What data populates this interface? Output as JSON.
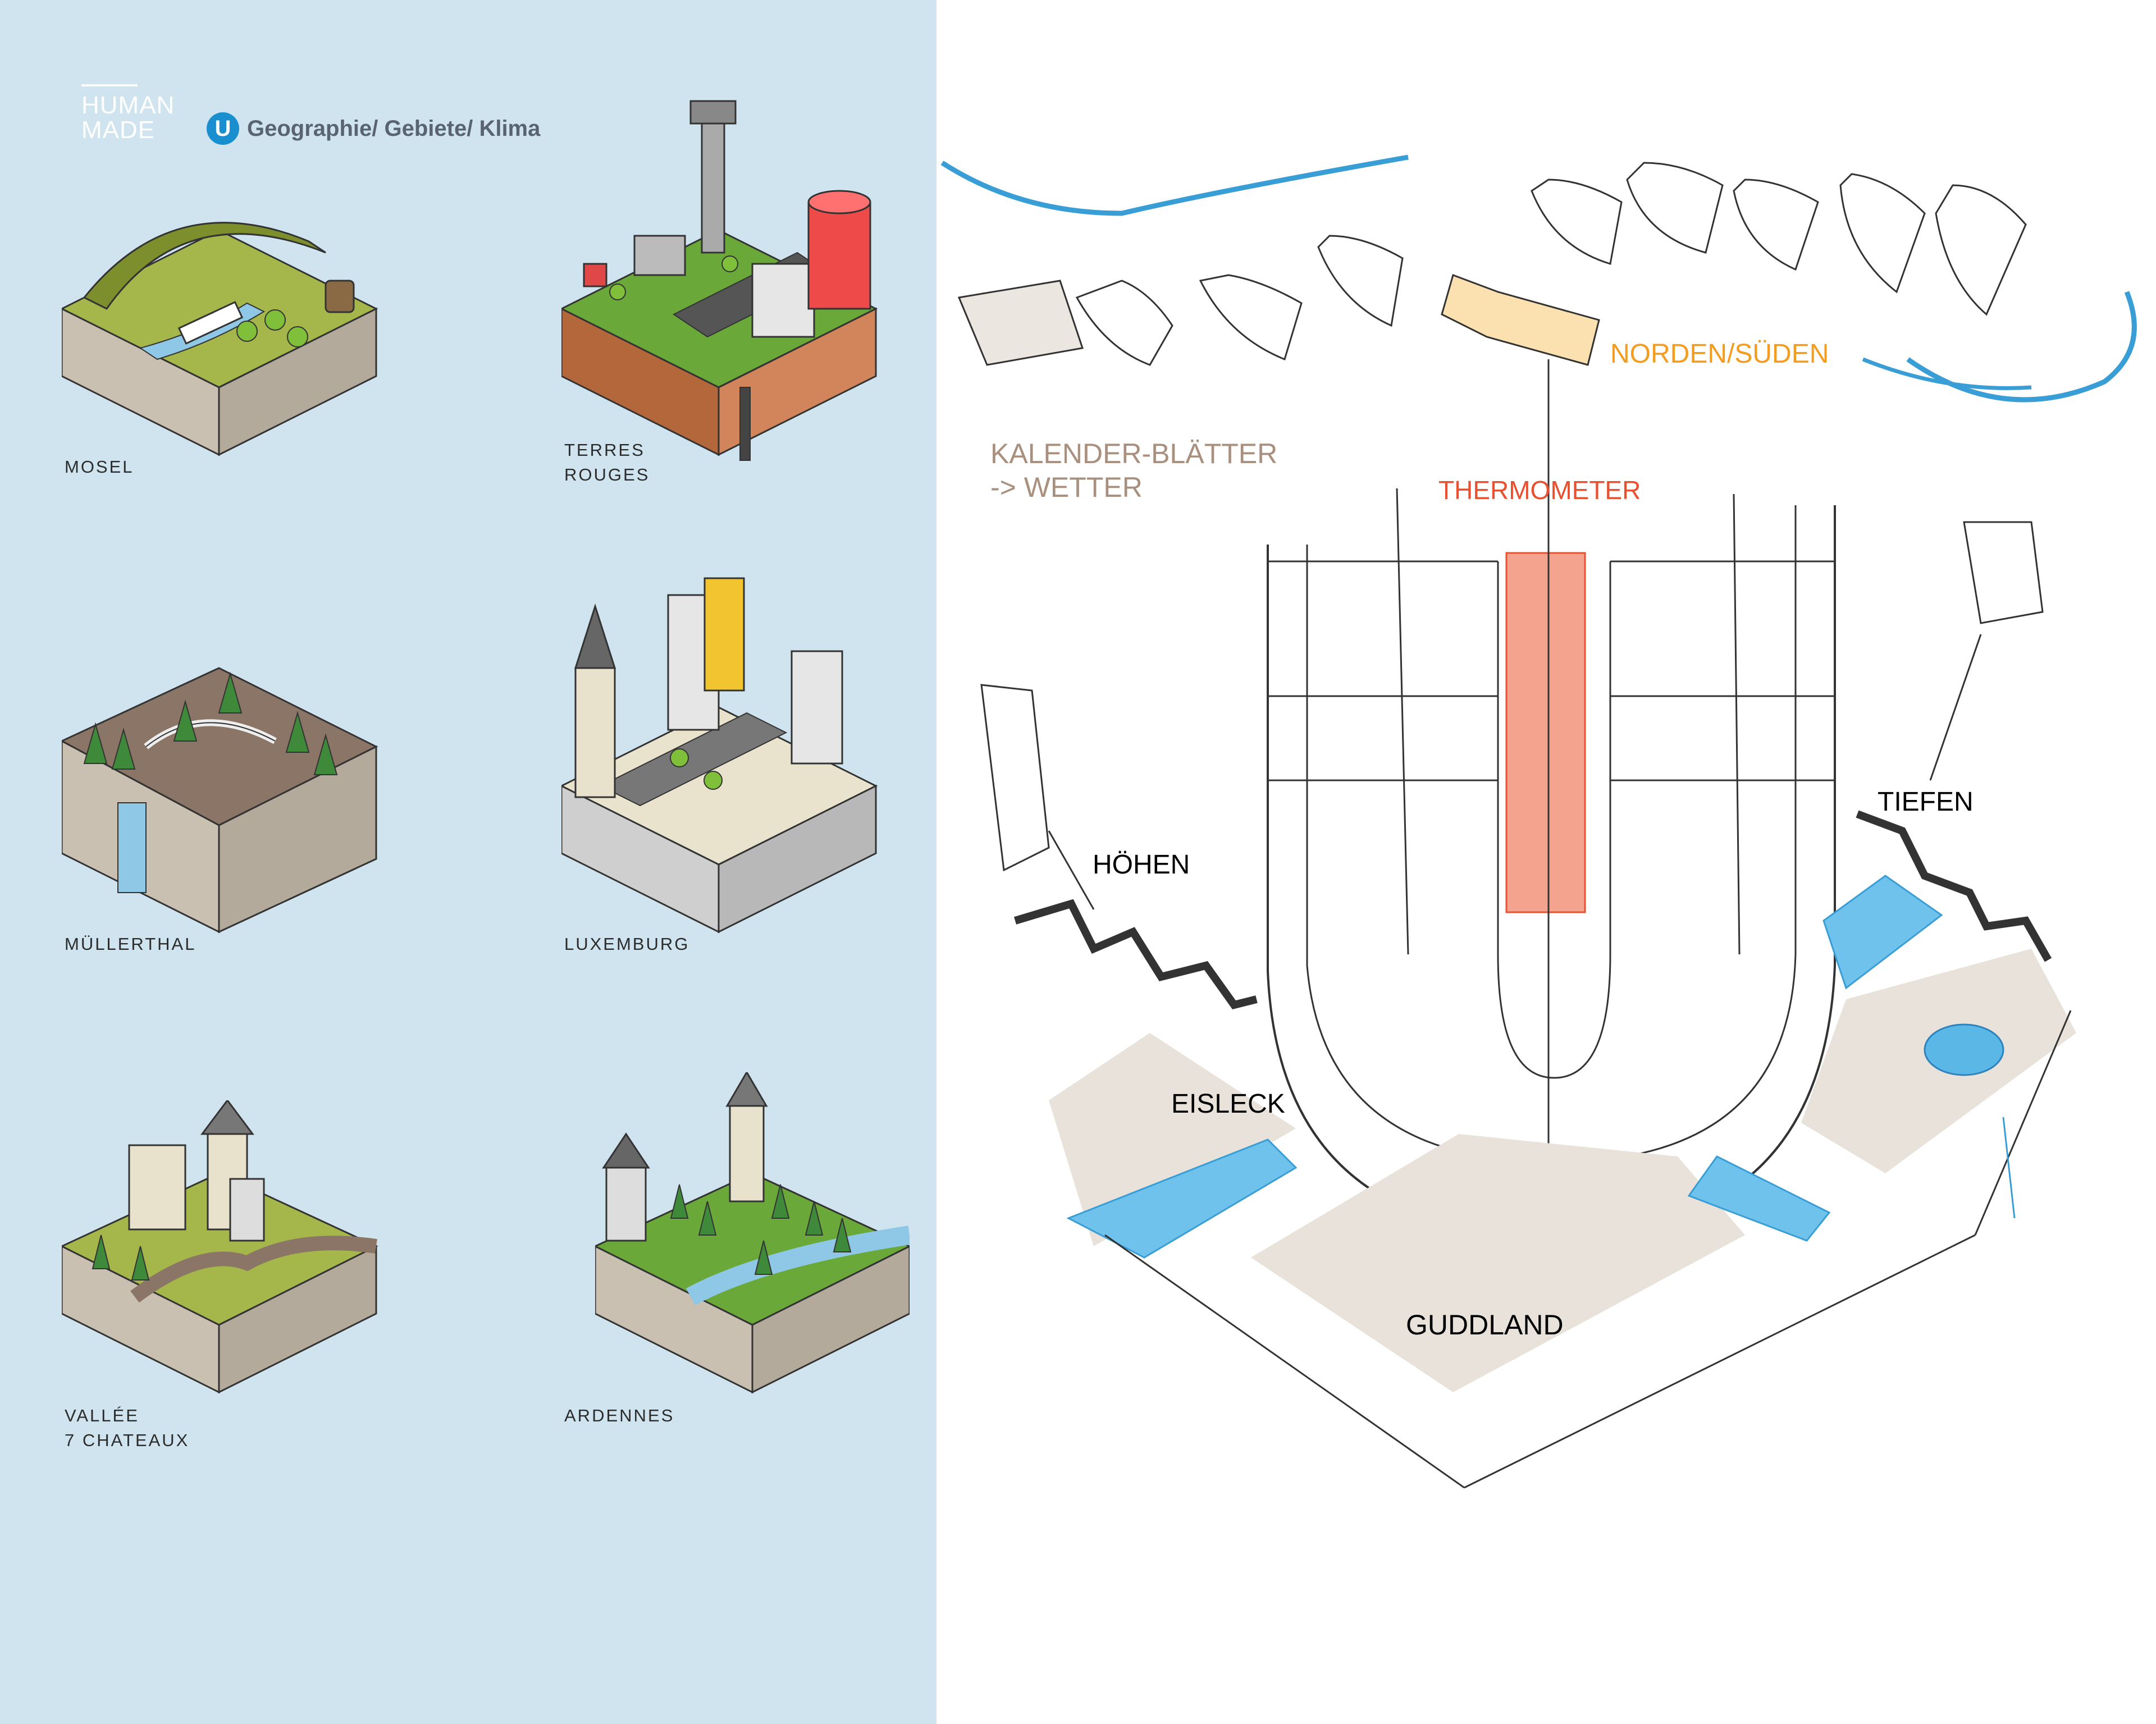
{
  "brand": {
    "line1": "HUMAN",
    "line2": "MADE"
  },
  "category": {
    "icon": "u-icon",
    "label": "Geographie/ Gebiete/ Klima",
    "accent": "#1a8fcf"
  },
  "regions": [
    {
      "name": "MOSEL",
      "name2": ""
    },
    {
      "name": "TERRES",
      "name2": "ROUGES"
    },
    {
      "name": "MÜLLERTHAL",
      "name2": ""
    },
    {
      "name": "LUXEMBURG",
      "name2": ""
    },
    {
      "name": "VALLÉE",
      "name2": "7 CHATEAUX"
    },
    {
      "name": "ARDENNES",
      "name2": ""
    }
  ],
  "sketch": {
    "calendar_label": "KALENDER-BLÄTTER",
    "calendar_sub": "-> WETTER",
    "north_south": "NORDEN/SÜDEN",
    "thermometer": "THERMOMETER",
    "heights": "HÖHEN",
    "depths": "TIEFEN",
    "north_region": "EISLECK",
    "south_region": "GUDDLAND",
    "colors": {
      "calendar": "#a88f7e",
      "north_south": "#f39c1e",
      "thermometer": "#e8502f",
      "water": "#5bb8e6",
      "land": "#e8e2da"
    }
  }
}
